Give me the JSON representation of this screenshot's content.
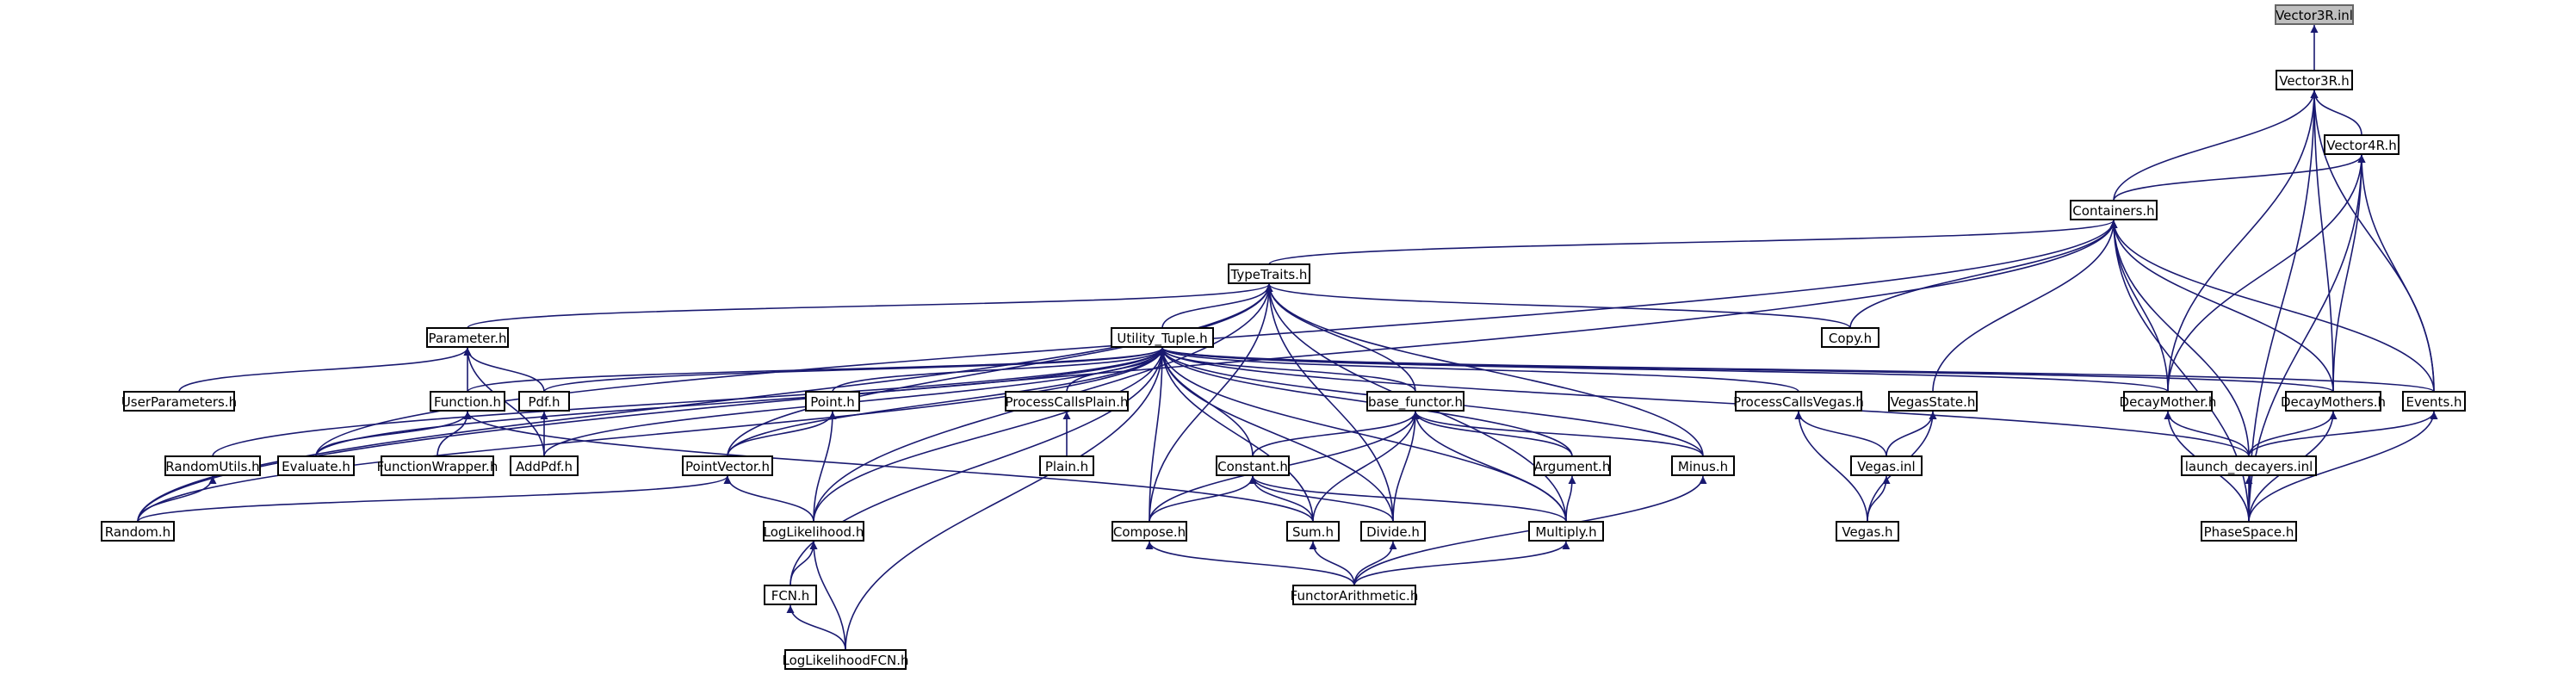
{
  "diagram": {
    "type": "include-dependency-graph",
    "colors": {
      "edge": "#191970",
      "node_border": "#000000",
      "root_fill": "#bfbfbf",
      "node_fill": "#ffffff"
    },
    "nodes": [
      {
        "id": "vector3r_inl",
        "label": "Vector3R.inl"
      },
      {
        "id": "vector3r_h",
        "label": "Vector3R.h"
      },
      {
        "id": "vector4r_h",
        "label": "Vector4R.h"
      },
      {
        "id": "containers_h",
        "label": "Containers.h"
      },
      {
        "id": "typetraits_h",
        "label": "TypeTraits.h"
      },
      {
        "id": "parameter_h",
        "label": "Parameter.h"
      },
      {
        "id": "utility_tuple_h",
        "label": "Utility_Tuple.h"
      },
      {
        "id": "copy_h",
        "label": "Copy.h"
      },
      {
        "id": "userparameters_h",
        "label": "UserParameters.h"
      },
      {
        "id": "function_h",
        "label": "Function.h"
      },
      {
        "id": "pdf_h",
        "label": "Pdf.h"
      },
      {
        "id": "point_h",
        "label": "Point.h"
      },
      {
        "id": "processcallsplain_h",
        "label": "ProcessCallsPlain.h"
      },
      {
        "id": "base_functor_h",
        "label": "base_functor.h"
      },
      {
        "id": "processcallsvegas_h",
        "label": "ProcessCallsVegas.h"
      },
      {
        "id": "vegasstate_h",
        "label": "VegasState.h"
      },
      {
        "id": "decaymother_h",
        "label": "DecayMother.h"
      },
      {
        "id": "decaymothers_h",
        "label": "DecayMothers.h"
      },
      {
        "id": "events_h",
        "label": "Events.h"
      },
      {
        "id": "randomutils_h",
        "label": "RandomUtils.h"
      },
      {
        "id": "evaluate_h",
        "label": "Evaluate.h"
      },
      {
        "id": "functionwrapper_h",
        "label": "FunctionWrapper.h"
      },
      {
        "id": "addpdf_h",
        "label": "AddPdf.h"
      },
      {
        "id": "pointvector_h",
        "label": "PointVector.h"
      },
      {
        "id": "plain_h",
        "label": "Plain.h"
      },
      {
        "id": "constant_h",
        "label": "Constant.h"
      },
      {
        "id": "argument_h",
        "label": "Argument.h"
      },
      {
        "id": "minus_h",
        "label": "Minus.h"
      },
      {
        "id": "vegas_inl",
        "label": "Vegas.inl"
      },
      {
        "id": "launch_decayers_inl",
        "label": "launch_decayers.inl"
      },
      {
        "id": "random_h",
        "label": "Random.h"
      },
      {
        "id": "loglikelihood_h",
        "label": "LogLikelihood.h"
      },
      {
        "id": "compose_h",
        "label": "Compose.h"
      },
      {
        "id": "sum_h",
        "label": "Sum.h"
      },
      {
        "id": "divide_h",
        "label": "Divide.h"
      },
      {
        "id": "multiply_h",
        "label": "Multiply.h"
      },
      {
        "id": "vegas_h",
        "label": "Vegas.h"
      },
      {
        "id": "phasespace_h",
        "label": "PhaseSpace.h"
      },
      {
        "id": "fcn_h",
        "label": "FCN.h"
      },
      {
        "id": "functorarithmetic_h",
        "label": "FunctorArithmetic.h"
      },
      {
        "id": "loglikelihoodfcn_h",
        "label": "LogLikelihoodFCN.h"
      }
    ],
    "edges": [
      [
        "vector3r_inl",
        "vector3r_h"
      ],
      [
        "vector3r_h",
        "vector4r_h"
      ],
      [
        "vector3r_h",
        "containers_h"
      ],
      [
        "vector3r_h",
        "decaymother_h"
      ],
      [
        "vector3r_h",
        "decaymothers_h"
      ],
      [
        "vector3r_h",
        "events_h"
      ],
      [
        "vector3r_h",
        "phasespace_h"
      ],
      [
        "vector4r_h",
        "containers_h"
      ],
      [
        "vector4r_h",
        "decaymother_h"
      ],
      [
        "vector4r_h",
        "decaymothers_h"
      ],
      [
        "vector4r_h",
        "events_h"
      ],
      [
        "vector4r_h",
        "phasespace_h"
      ],
      [
        "containers_h",
        "typetraits_h"
      ],
      [
        "containers_h",
        "copy_h"
      ],
      [
        "containers_h",
        "vegasstate_h"
      ],
      [
        "containers_h",
        "decaymother_h"
      ],
      [
        "containers_h",
        "decaymothers_h"
      ],
      [
        "containers_h",
        "events_h"
      ],
      [
        "containers_h",
        "launch_decayers_inl"
      ],
      [
        "containers_h",
        "phasespace_h"
      ],
      [
        "containers_h",
        "random_h"
      ],
      [
        "containers_h",
        "evaluate_h"
      ],
      [
        "typetraits_h",
        "parameter_h"
      ],
      [
        "typetraits_h",
        "utility_tuple_h"
      ],
      [
        "typetraits_h",
        "copy_h"
      ],
      [
        "typetraits_h",
        "base_functor_h"
      ],
      [
        "typetraits_h",
        "minus_h"
      ],
      [
        "typetraits_h",
        "multiply_h"
      ],
      [
        "typetraits_h",
        "divide_h"
      ],
      [
        "typetraits_h",
        "compose_h"
      ],
      [
        "typetraits_h",
        "pointvector_h"
      ],
      [
        "typetraits_h",
        "loglikelihood_h"
      ],
      [
        "typetraits_h",
        "random_h"
      ],
      [
        "parameter_h",
        "userparameters_h"
      ],
      [
        "parameter_h",
        "function_h"
      ],
      [
        "parameter_h",
        "pdf_h"
      ],
      [
        "parameter_h",
        "addpdf_h"
      ],
      [
        "utility_tuple_h",
        "function_h"
      ],
      [
        "utility_tuple_h",
        "pdf_h"
      ],
      [
        "utility_tuple_h",
        "point_h"
      ],
      [
        "utility_tuple_h",
        "processcallsplain_h"
      ],
      [
        "utility_tuple_h",
        "base_functor_h"
      ],
      [
        "utility_tuple_h",
        "processcallsvegas_h"
      ],
      [
        "utility_tuple_h",
        "decaymother_h"
      ],
      [
        "utility_tuple_h",
        "decaymothers_h"
      ],
      [
        "utility_tuple_h",
        "events_h"
      ],
      [
        "utility_tuple_h",
        "launch_decayers_inl"
      ],
      [
        "utility_tuple_h",
        "randomutils_h"
      ],
      [
        "utility_tuple_h",
        "evaluate_h"
      ],
      [
        "utility_tuple_h",
        "addpdf_h"
      ],
      [
        "utility_tuple_h",
        "pointvector_h"
      ],
      [
        "utility_tuple_h",
        "constant_h"
      ],
      [
        "utility_tuple_h",
        "argument_h"
      ],
      [
        "utility_tuple_h",
        "minus_h"
      ],
      [
        "utility_tuple_h",
        "random_h"
      ],
      [
        "utility_tuple_h",
        "loglikelihood_h"
      ],
      [
        "utility_tuple_h",
        "compose_h"
      ],
      [
        "utility_tuple_h",
        "sum_h"
      ],
      [
        "utility_tuple_h",
        "divide_h"
      ],
      [
        "utility_tuple_h",
        "multiply_h"
      ],
      [
        "utility_tuple_h",
        "fcn_h"
      ],
      [
        "utility_tuple_h",
        "loglikelihoodfcn_h"
      ],
      [
        "function_h",
        "evaluate_h"
      ],
      [
        "function_h",
        "functionwrapper_h"
      ],
      [
        "function_h",
        "sum_h"
      ],
      [
        "pdf_h",
        "addpdf_h"
      ],
      [
        "point_h",
        "pointvector_h"
      ],
      [
        "point_h",
        "loglikelihood_h"
      ],
      [
        "processcallsplain_h",
        "plain_h"
      ],
      [
        "base_functor_h",
        "constant_h"
      ],
      [
        "base_functor_h",
        "argument_h"
      ],
      [
        "base_functor_h",
        "minus_h"
      ],
      [
        "base_functor_h",
        "compose_h"
      ],
      [
        "base_functor_h",
        "sum_h"
      ],
      [
        "base_functor_h",
        "divide_h"
      ],
      [
        "base_functor_h",
        "multiply_h"
      ],
      [
        "processcallsvegas_h",
        "vegas_inl"
      ],
      [
        "processcallsvegas_h",
        "vegas_h"
      ],
      [
        "vegasstate_h",
        "vegas_inl"
      ],
      [
        "vegasstate_h",
        "vegas_h"
      ],
      [
        "decaymother_h",
        "launch_decayers_inl"
      ],
      [
        "decaymother_h",
        "phasespace_h"
      ],
      [
        "decaymothers_h",
        "launch_decayers_inl"
      ],
      [
        "decaymothers_h",
        "phasespace_h"
      ],
      [
        "events_h",
        "launch_decayers_inl"
      ],
      [
        "events_h",
        "phasespace_h"
      ],
      [
        "randomutils_h",
        "random_h"
      ],
      [
        "pointvector_h",
        "random_h"
      ],
      [
        "pointvector_h",
        "loglikelihood_h"
      ],
      [
        "constant_h",
        "compose_h"
      ],
      [
        "constant_h",
        "sum_h"
      ],
      [
        "constant_h",
        "divide_h"
      ],
      [
        "constant_h",
        "multiply_h"
      ],
      [
        "argument_h",
        "multiply_h"
      ],
      [
        "minus_h",
        "functorarithmetic_h"
      ],
      [
        "vegas_inl",
        "vegas_h"
      ],
      [
        "launch_decayers_inl",
        "phasespace_h"
      ],
      [
        "loglikelihood_h",
        "fcn_h"
      ],
      [
        "loglikelihood_h",
        "loglikelihoodfcn_h"
      ],
      [
        "compose_h",
        "functorarithmetic_h"
      ],
      [
        "sum_h",
        "functorarithmetic_h"
      ],
      [
        "divide_h",
        "functorarithmetic_h"
      ],
      [
        "multiply_h",
        "functorarithmetic_h"
      ],
      [
        "fcn_h",
        "loglikelihoodfcn_h"
      ]
    ]
  }
}
